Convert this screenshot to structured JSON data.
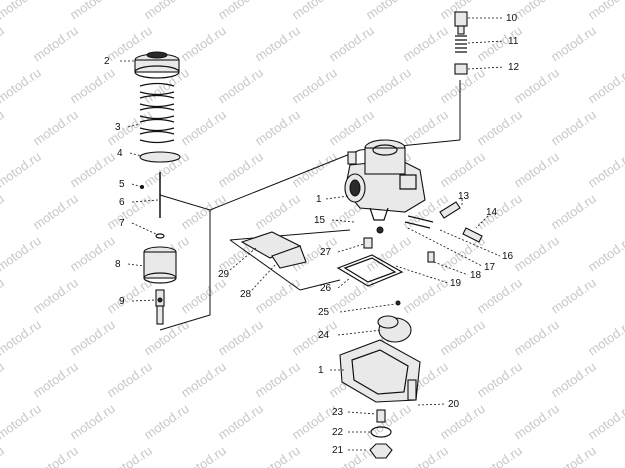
{
  "watermark": {
    "text": "motod.ru"
  },
  "callouts": [
    {
      "id": "c2",
      "label": "2"
    },
    {
      "id": "c3",
      "label": "3"
    },
    {
      "id": "c4",
      "label": "4"
    },
    {
      "id": "c5",
      "label": "5"
    },
    {
      "id": "c6",
      "label": "6"
    },
    {
      "id": "c7",
      "label": "7"
    },
    {
      "id": "c8",
      "label": "8"
    },
    {
      "id": "c9",
      "label": "9"
    },
    {
      "id": "c10",
      "label": "10"
    },
    {
      "id": "c11",
      "label": "11"
    },
    {
      "id": "c12",
      "label": "12"
    },
    {
      "id": "c1a",
      "label": "1"
    },
    {
      "id": "c13",
      "label": "13"
    },
    {
      "id": "c14",
      "label": "14"
    },
    {
      "id": "c15",
      "label": "15"
    },
    {
      "id": "c16",
      "label": "16"
    },
    {
      "id": "c17",
      "label": "17"
    },
    {
      "id": "c18",
      "label": "18"
    },
    {
      "id": "c19",
      "label": "19"
    },
    {
      "id": "c26",
      "label": "26"
    },
    {
      "id": "c27",
      "label": "27"
    },
    {
      "id": "c28",
      "label": "28"
    },
    {
      "id": "c29",
      "label": "29"
    },
    {
      "id": "c25",
      "label": "25"
    },
    {
      "id": "c24",
      "label": "24"
    },
    {
      "id": "c1b",
      "label": "1"
    },
    {
      "id": "c20",
      "label": "20"
    },
    {
      "id": "c23",
      "label": "23"
    },
    {
      "id": "c22",
      "label": "22"
    },
    {
      "id": "c21",
      "label": "21"
    }
  ]
}
